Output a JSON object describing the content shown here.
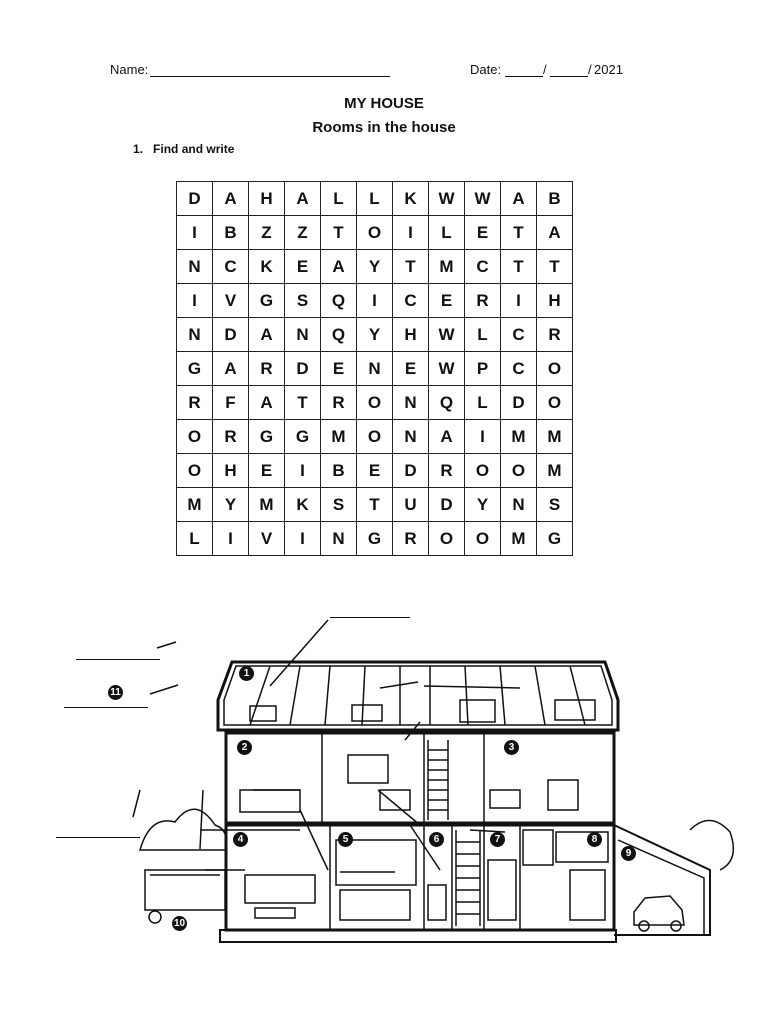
{
  "header": {
    "name_label": "Name:",
    "date_label": "Date:",
    "date_sep1": "/",
    "date_sep2": "/",
    "year": "2021"
  },
  "title": "MY HOUSE",
  "subtitle": "Rooms in the house",
  "instruction": {
    "number": "1.",
    "text": "Find and write"
  },
  "wordsearch": [
    [
      "D",
      "A",
      "H",
      "A",
      "L",
      "L",
      "K",
      "W",
      "W",
      "A",
      "B"
    ],
    [
      "I",
      "B",
      "Z",
      "Z",
      "T",
      "O",
      "I",
      "L",
      "E",
      "T",
      "A"
    ],
    [
      "N",
      "C",
      "K",
      "E",
      "A",
      "Y",
      "T",
      "M",
      "C",
      "T",
      "T"
    ],
    [
      "I",
      "V",
      "G",
      "S",
      "Q",
      "I",
      "C",
      "E",
      "R",
      "I",
      "H"
    ],
    [
      "N",
      "D",
      "A",
      "N",
      "Q",
      "Y",
      "H",
      "W",
      "L",
      "C",
      "R"
    ],
    [
      "G",
      "A",
      "R",
      "D",
      "E",
      "N",
      "E",
      "W",
      "P",
      "C",
      "O"
    ],
    [
      "R",
      "F",
      "A",
      "T",
      "R",
      "O",
      "N",
      "Q",
      "L",
      "D",
      "O"
    ],
    [
      "O",
      "R",
      "G",
      "G",
      "M",
      "O",
      "N",
      "A",
      "I",
      "M",
      "M"
    ],
    [
      "O",
      "H",
      "E",
      "I",
      "B",
      "E",
      "D",
      "R",
      "O",
      "O",
      "M"
    ],
    [
      "M",
      "Y",
      "M",
      "K",
      "S",
      "T",
      "U",
      "D",
      "Y",
      "N",
      "S"
    ],
    [
      "L",
      "I",
      "V",
      "I",
      "N",
      "G",
      "R",
      "O",
      "O",
      "M",
      "G"
    ]
  ],
  "house_numbers": [
    "1",
    "2",
    "3",
    "4",
    "5",
    "6",
    "7",
    "8",
    "9",
    "10",
    "11"
  ]
}
